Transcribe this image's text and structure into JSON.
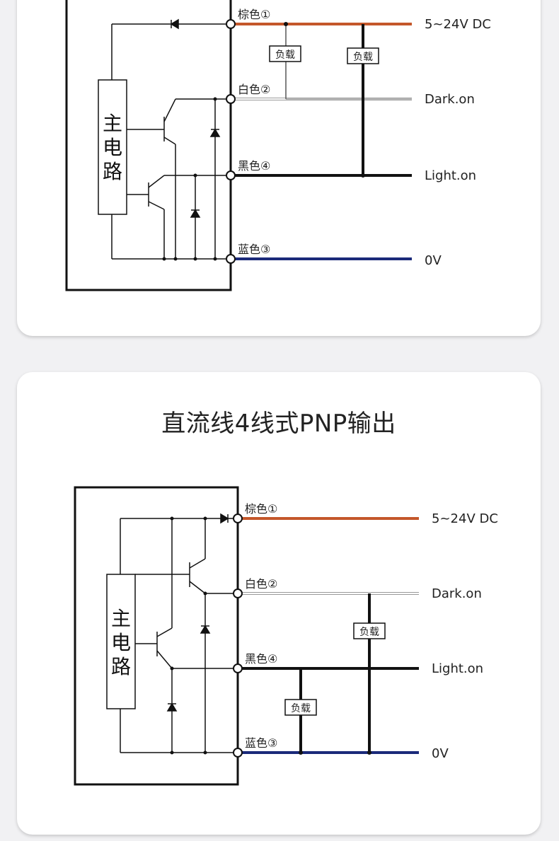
{
  "diagram_top": {
    "wires": {
      "brown_label": "棕色①",
      "white_label": "白色②",
      "black_label": "黑色④",
      "blue_label": "蓝色③"
    },
    "terminals": {
      "supply": "5~24V DC",
      "dark_on": "Dark.on",
      "light_on": "Light.on",
      "zero_v": "0V"
    },
    "main_circuit": [
      "主",
      "电",
      "路"
    ],
    "load_labels": [
      "负载",
      "负载"
    ]
  },
  "diagram_bottom": {
    "title": "直流线4线式PNP输出",
    "wires": {
      "brown_label": "棕色①",
      "white_label": "白色②",
      "black_label": "黑色④",
      "blue_label": "蓝色③"
    },
    "terminals": {
      "supply": "5~24V DC",
      "dark_on": "Dark.on",
      "light_on": "Light.on",
      "zero_v": "0V"
    },
    "main_circuit": [
      "主",
      "电",
      "路"
    ],
    "load_labels": [
      "负载",
      "负载"
    ]
  },
  "colors": {
    "brown_wire": "#c4572a",
    "white_wire": "#cfcfcf",
    "black_wire": "#111111",
    "blue_wire": "#1b2a7a"
  }
}
